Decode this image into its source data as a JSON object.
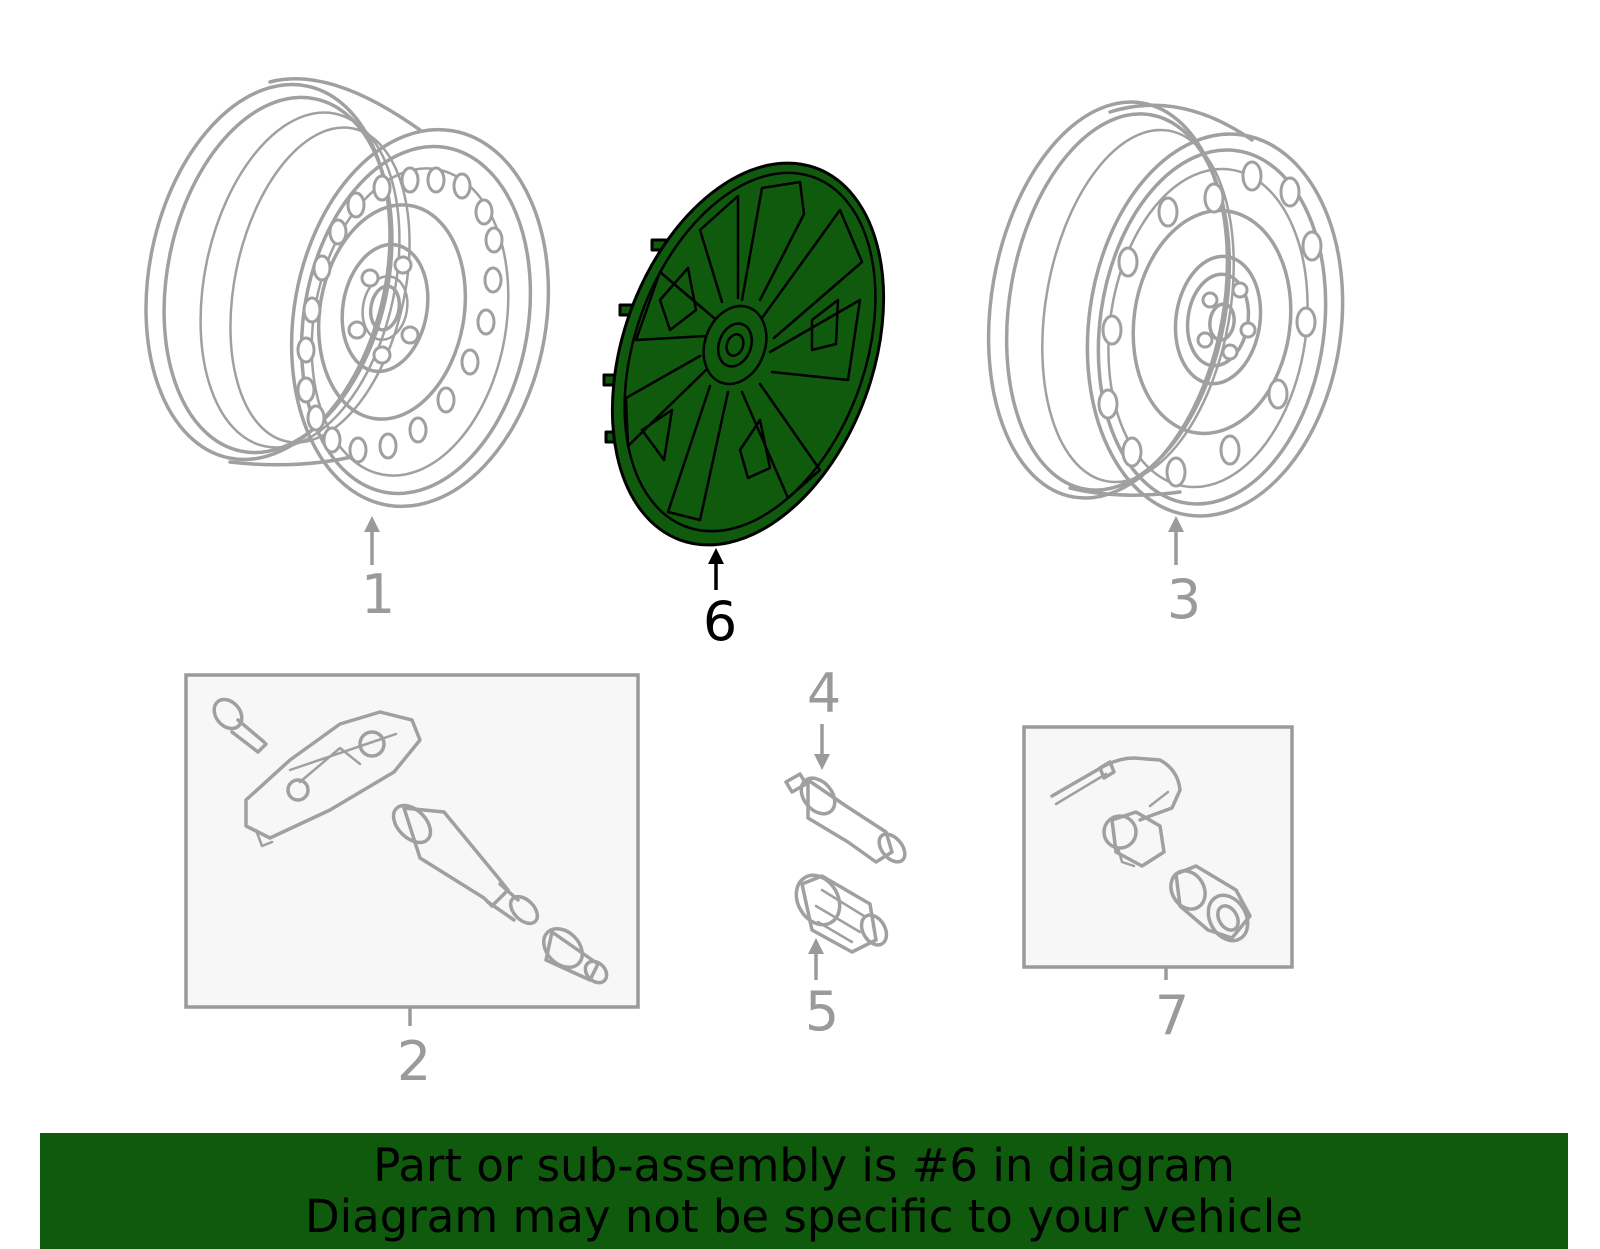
{
  "callouts": {
    "c1": "1",
    "c2": "2",
    "c3": "3",
    "c4": "4",
    "c5": "5",
    "c6": "6",
    "c7": "7"
  },
  "highlighted_callout": "6",
  "highlight_color": "#0f5a0c",
  "outline_color": "#a0a0a0",
  "banner": {
    "line1": "Part or sub-assembly is #6 in diagram",
    "line2": "Diagram may not be specific to your vehicle"
  }
}
